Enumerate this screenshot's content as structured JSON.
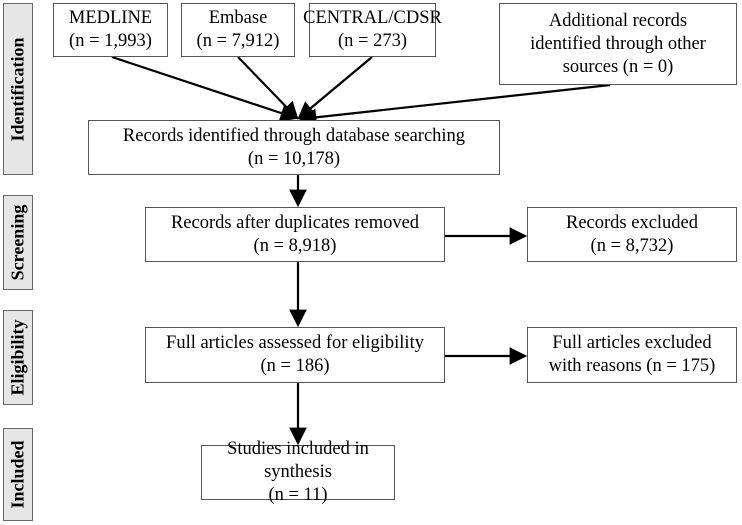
{
  "phases": [
    "Identification",
    "Screening",
    "Eligibility",
    "Included"
  ],
  "sources": [
    {
      "name": "MEDLINE",
      "n": "(n = 1,993)"
    },
    {
      "name": "Embase",
      "n": "(n = 7,912)"
    },
    {
      "name": "CENTRAL/CDSR",
      "n": "(n = 273)"
    },
    {
      "name": "Additional records identified through other sources (n = 0)"
    }
  ],
  "identified": {
    "label": "Records identified through database searching",
    "n": "(n = 10,178)"
  },
  "deduplicated": {
    "label": "Records after duplicates removed",
    "n": "(n = 8,918)"
  },
  "excluded_records": {
    "label": "Records excluded",
    "n": "(n = 8,732)"
  },
  "full_text": {
    "label": "Full articles assessed for eligibility",
    "n": "(n = 186)"
  },
  "excluded_full": {
    "label": "Full articles excluded with reasons (n = 175)"
  },
  "included": {
    "label": "Studies included in synthesis",
    "n": "(n = 11)"
  }
}
